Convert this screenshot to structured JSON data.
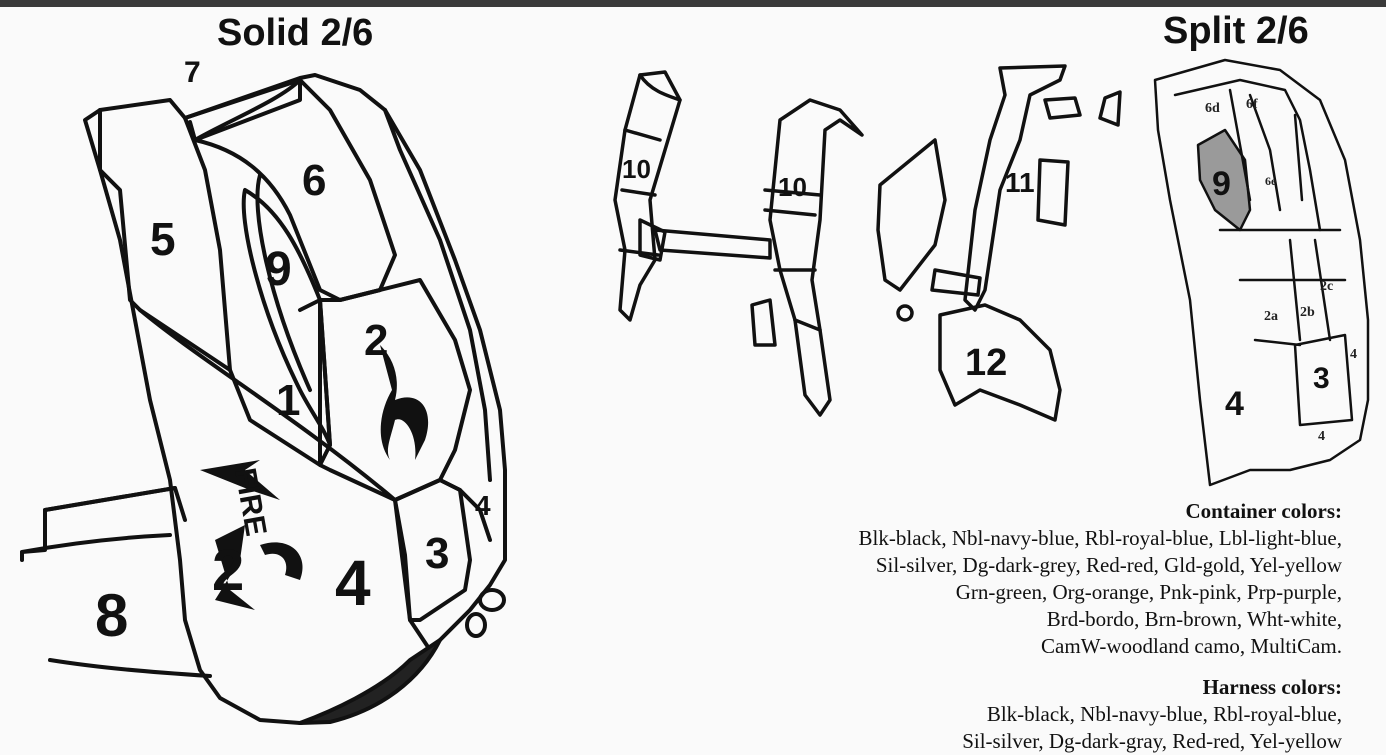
{
  "titles": {
    "solid": "Solid 2/6",
    "split": "Split 2/6"
  },
  "solid_labels": {
    "p1": "1",
    "p2": "2",
    "p3": "3",
    "p4": "4",
    "p4b": "4",
    "p5": "5",
    "p6": "6",
    "p7": "7",
    "p8": "8",
    "p9": "9"
  },
  "harness_labels": {
    "p10a": "10",
    "p10b": "10",
    "p11": "11",
    "p12": "12"
  },
  "split_labels": {
    "p6d": "6d",
    "p6f": "6f",
    "p6e": "6e",
    "p9": "9",
    "p2a": "2a",
    "p2b": "2b",
    "p2c": "2c",
    "p3": "3",
    "p4": "4",
    "p4b": "4",
    "p4c": "4"
  },
  "logo": {
    "brand": "FIRE",
    "num": "2"
  },
  "container_colors": {
    "heading": "Container colors:",
    "lines": [
      "Blk-black, Nbl-navy-blue, Rbl-royal-blue, Lbl-light-blue,",
      "Sil-silver, Dg-dark-grey, Red-red, Gld-gold, Yel-yellow",
      "Grn-green, Org-orange, Pnk-pink, Prp-purple,",
      "Brd-bordo, Brn-brown,  Wht-white,",
      "CamW-woodland camo, MultiCam."
    ]
  },
  "harness_colors": {
    "heading": "Harness colors:",
    "lines": [
      "Blk-black, Nbl-navy-blue, Rbl-royal-blue,",
      "Sil-silver, Dg-dark-gray, Red-red, Yel-yellow"
    ]
  }
}
